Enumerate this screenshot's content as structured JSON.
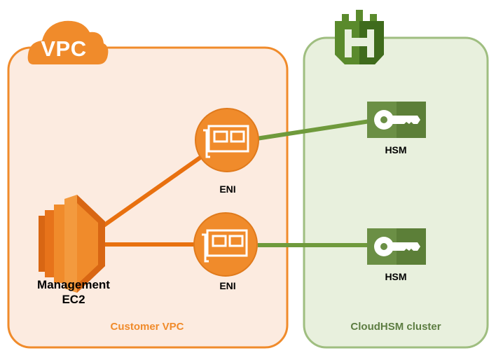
{
  "vpc_badge": {
    "label": "VPC"
  },
  "customer_vpc": {
    "label": "Customer VPC"
  },
  "cloudhsm_cluster": {
    "label": "CloudHSM cluster"
  },
  "management_ec2": {
    "line1": "Management",
    "line2": "EC2"
  },
  "enis": [
    {
      "label": "ENI"
    },
    {
      "label": "ENI"
    }
  ],
  "hsms": [
    {
      "label": "HSM"
    },
    {
      "label": "HSM"
    }
  ],
  "colors": {
    "orange": "#f08b2b",
    "orange_dark": "#d86613",
    "vpc_fill": "#fcebe0",
    "cluster_fill": "#e8f0dd",
    "cluster_border": "#9fbe80",
    "green": "#6b8f45",
    "green_dark": "#4f7326",
    "line_orange": "#e8700f",
    "line_green": "#6f9a3c"
  }
}
